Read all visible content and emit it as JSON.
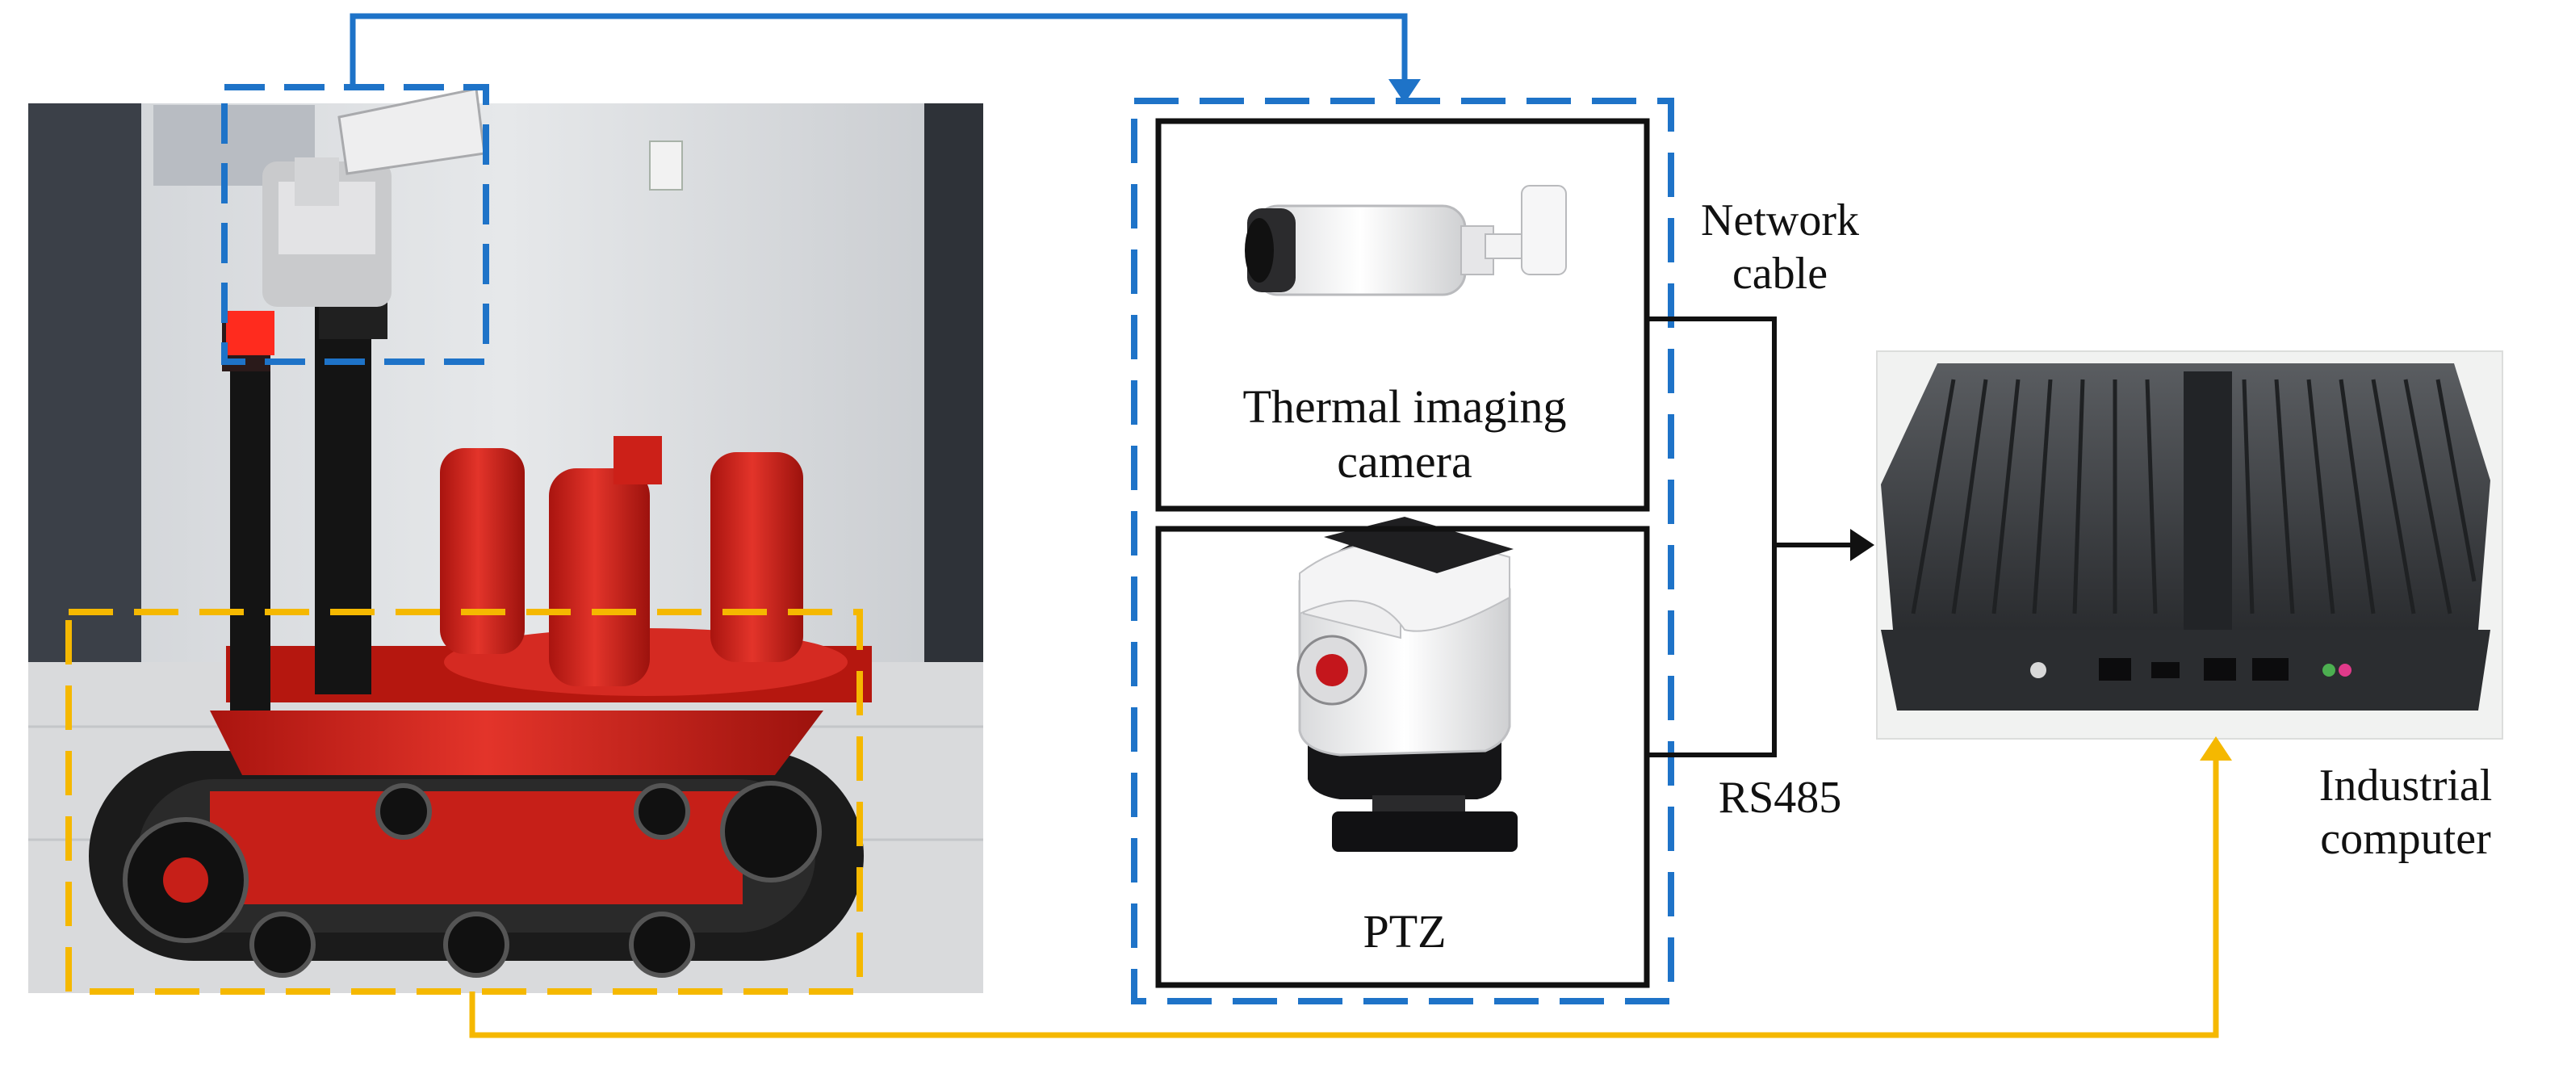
{
  "labels": {
    "thermal_camera": "Thermal imaging\ncamera",
    "ptz": "PTZ",
    "network_cable": "Network\ncable",
    "rs485": "RS485",
    "industrial_computer": "Industrial\ncomputer"
  },
  "colors": {
    "blue_link": "#1e73c8",
    "yellow_link": "#f5b800",
    "black_link": "#111111",
    "robot_body": "#d7261e"
  },
  "icons": [
    "robot-photo",
    "thermal-camera-image",
    "ptz-image",
    "industrial-computer-image"
  ]
}
